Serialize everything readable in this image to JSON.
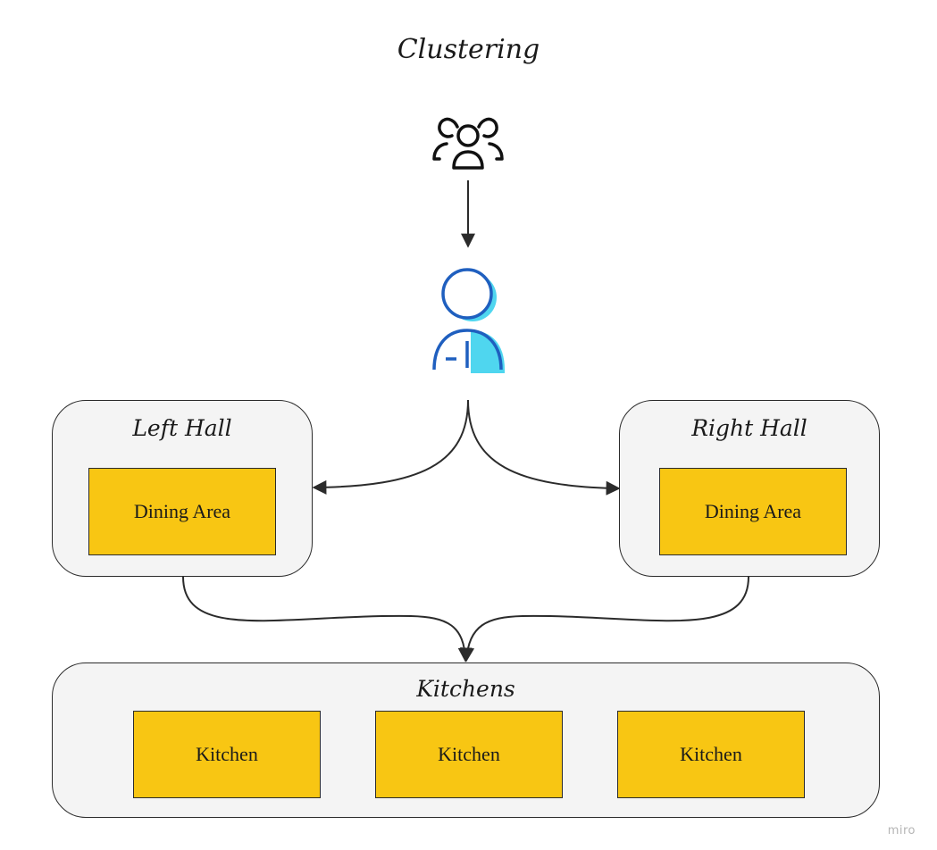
{
  "title": "Clustering",
  "groups": {
    "left_hall": {
      "label": "Left Hall",
      "box_label": "Dining Area"
    },
    "right_hall": {
      "label": "Right Hall",
      "box_label": "Dining Area"
    },
    "kitchens": {
      "label": "Kitchens",
      "items": [
        "Kitchen",
        "Kitchen",
        "Kitchen"
      ]
    }
  },
  "icons": {
    "customers": "users-group-icon",
    "waiter": "person-icon"
  },
  "colors": {
    "box_fill": "#f8c613",
    "group_fill": "#f4f4f4",
    "waiter_blue": "#1f5fbf",
    "waiter_cyan": "#4fd6ef"
  },
  "watermark": "miro"
}
